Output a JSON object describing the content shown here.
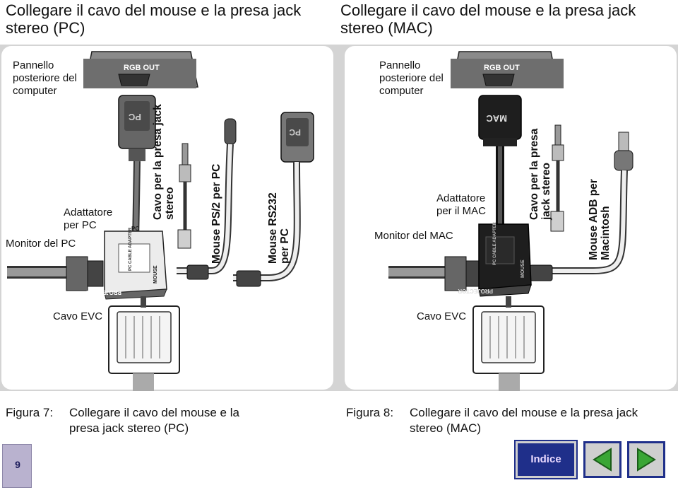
{
  "titles": {
    "left": "Collegare il cavo del mouse e la presa jack stereo (PC)",
    "right": "Collegare il cavo del mouse e la presa jack stereo (MAC)"
  },
  "left_diagram": {
    "rear_panel": "Pannello posteriore del computer",
    "rgb_out": "RGB OUT",
    "adapter": "Adattatore per PC",
    "monitor": "Monitor del PC",
    "jack_cable": "Cavo per la presa jack stereo",
    "ps2_mouse": "Mouse PS/2 per PC",
    "rs232_mouse": "Mouse RS232 per PC",
    "evc_cable": "Cavo EVC",
    "connector_label": "PC",
    "adapter_box_top": "PC",
    "adapter_box_name": "PC CABLE ADAPTER",
    "adapter_box_mouse": "MOUSE",
    "adapter_box_projector": "PROJECTOR"
  },
  "right_diagram": {
    "rear_panel": "Pannello posteriore del computer",
    "rgb_out": "RGB OUT",
    "adapter": "Adattatore per il MAC",
    "monitor": "Monitor del MAC",
    "jack_cable": "Cavo per la presa jack stereo",
    "adb_mouse": "Mouse ADB per Macintosh",
    "evc_cable": "Cavo EVC",
    "connector_label": "MAC",
    "adapter_box_name": "PC CABLE ADAPTER",
    "adapter_box_mouse": "MOUSE",
    "adapter_box_projector": "PROJECTOR"
  },
  "captions": {
    "fig7_label": "Figura 7:",
    "fig7_text": "Collegare il cavo del mouse e la presa jack stereo (PC)",
    "fig8_label": "Figura 8:",
    "fig8_text": "Collegare il cavo del mouse e la presa jack stereo (MAC)"
  },
  "page_number": "9",
  "nav": {
    "index_label": "Indice",
    "prev_icon": "triangle-left-icon",
    "next_icon": "triangle-right-icon",
    "accent": "#1f2f8a",
    "arrow_color": "#3aa635"
  }
}
